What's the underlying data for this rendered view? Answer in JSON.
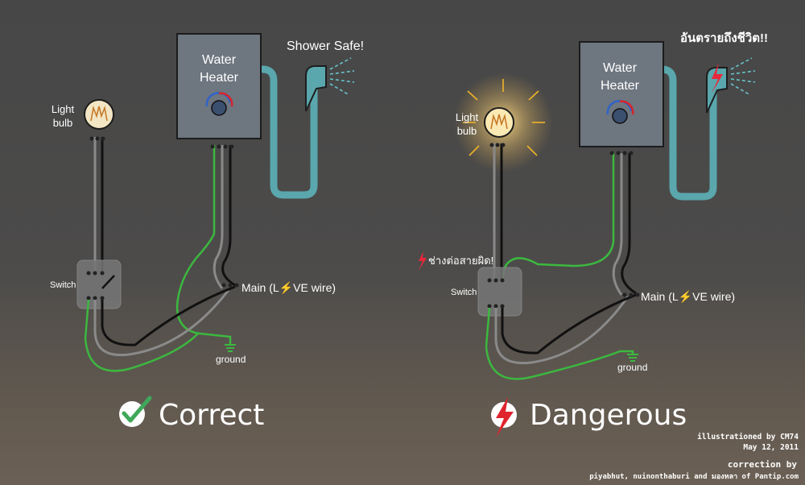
{
  "colors": {
    "background": "#4a4a4a",
    "heater_box": "#6e7680",
    "hot_line": "#d8242a",
    "cold_line": "#2f63c8",
    "hose": "#5aa7ad",
    "ground_wire": "#3cb83f",
    "live_wire": "#111111",
    "neutral_wire": "#8a8a8a",
    "bulb_glow": "#f6d070"
  },
  "left_panel": {
    "heater_line1": "Water",
    "heater_line2": "Heater",
    "shower_label": "Shower Safe!",
    "bulb_line1": "Light",
    "bulb_line2": "bulb",
    "switch_label": "Switch",
    "main_prefix": "Main (L",
    "main_suffix": "VE wire)",
    "ground_label": "ground",
    "verdict": "Correct",
    "verdict_icon": "check-icon"
  },
  "right_panel": {
    "heater_line1": "Water",
    "heater_line2": "Heater",
    "warning_label": "อันตรายถึงชีวิต!!",
    "bulb_line1": "Light",
    "bulb_line2": "bulb",
    "switch_label": "Switch",
    "miswire_label": "ช่างต่อสายผิด!",
    "main_prefix": "Main (L",
    "main_suffix": "VE wire)",
    "ground_label": "ground",
    "verdict": "Dangerous",
    "verdict_icon": "lightning-icon"
  },
  "credits": {
    "line1": "illustrationed by CM74",
    "line2": "May 12, 2011",
    "line3": "correction by",
    "line4": "piyabhut, nuinonthaburi and มองหลา of Pantip.com"
  }
}
